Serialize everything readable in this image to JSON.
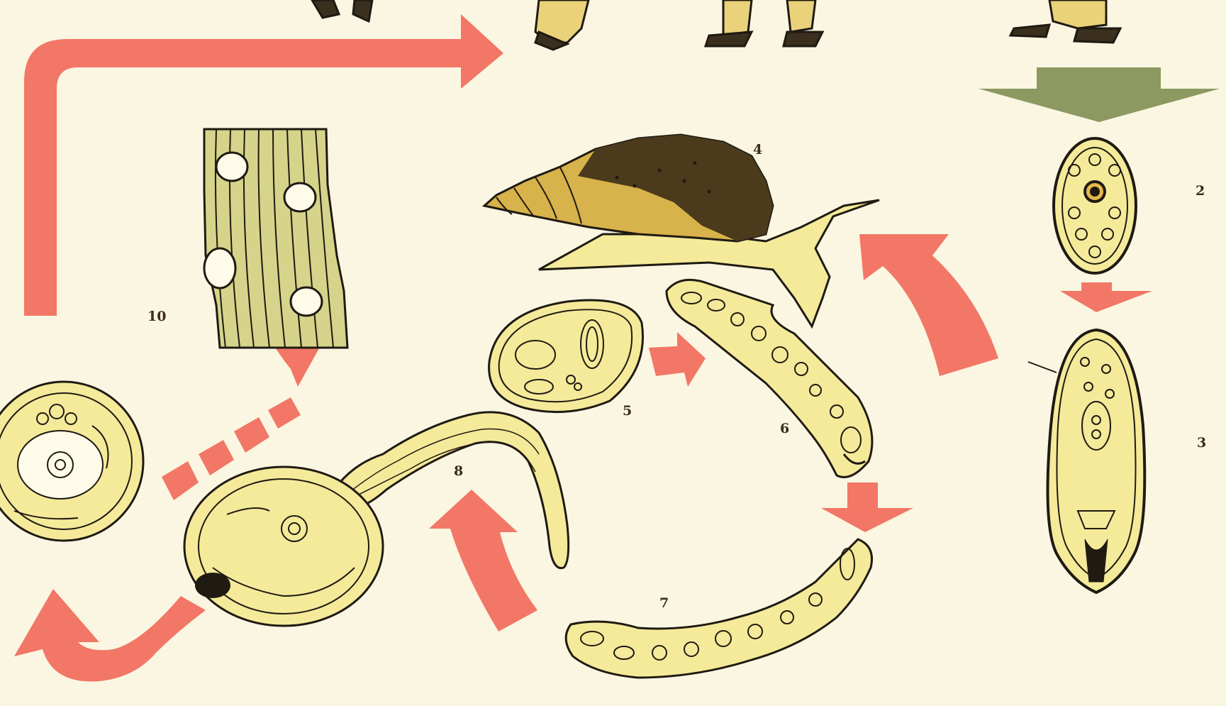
{
  "colors": {
    "background": "#fbf6e2",
    "arrow": "#f27766",
    "arrow_green": "#8c9961",
    "outline": "#1f1a12",
    "body_fill": "#f4ea9a",
    "shell_dark": "#4b3a1c",
    "shell_light": "#d8b24a"
  },
  "labels": {
    "stage_2": "2",
    "stage_3": "3",
    "stage_4": "4",
    "stage_5": "5",
    "stage_6": "6",
    "stage_7": "7",
    "stage_8": "8",
    "stage_10": "10"
  },
  "icons": {
    "cow_hooves": "cow-hooves-icon",
    "egg": "egg-icon",
    "miracidium": "miracidium-icon",
    "snail": "snail-icon",
    "sporocyst": "sporocyst-icon",
    "redia": "redia-icon",
    "cercaria": "cercaria-icon",
    "metacercaria_cyst": "metacercaria-cyst-icon",
    "grass_blade_with_cysts": "grass-blade-cysts-icon"
  }
}
